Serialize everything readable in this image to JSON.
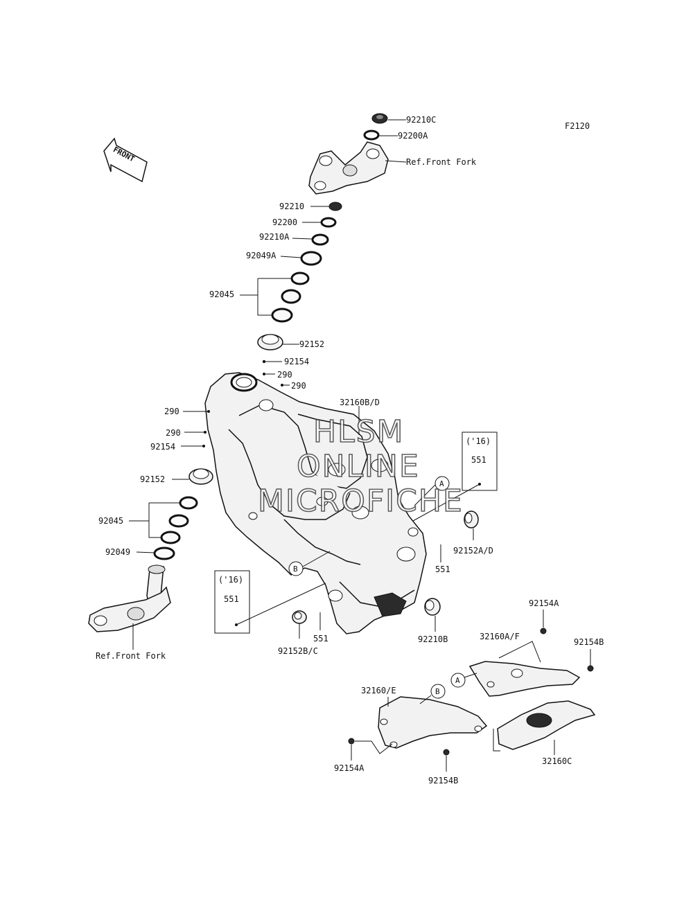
{
  "figure_code": "F2120",
  "front_arrow": "FRONT",
  "callouts": {
    "c_92210C": "92210C",
    "c_92200A": "92200A",
    "c_ref_front_fork_top": "Ref.Front Fork",
    "c_92210": "92210",
    "c_92200": "92200",
    "c_92210A": "92210A",
    "c_92049A": "92049A",
    "c_92045_top": "92045",
    "c_92152_top": "92152",
    "c_92154_top": "92154",
    "c_290_a": "290",
    "c_290_b": "290",
    "c_290_c": "290",
    "c_290_d": "290",
    "c_92154_left": "92154",
    "c_32160BD": "32160B/D",
    "c_92152_left": "92152",
    "c_92045_left": "92045",
    "c_92049": "92049",
    "c_ref_front_fork_bottom": "Ref.Front Fork",
    "c_551_right": "551",
    "c_551_mid": "551",
    "c_551_left": "551",
    "c_551_bottom": "551",
    "c_92152AD": "92152A/D",
    "c_92152BC": "92152B/C",
    "c_92210B": "92210B",
    "c_92154A_top": "92154A",
    "c_32160AF": "32160A/F",
    "c_92154B_right": "92154B",
    "c_32160E": "32160/E",
    "c_92154A_bottom": "92154A",
    "c_92154B_bottom": "92154B",
    "c_32160C": "32160C"
  },
  "notes": {
    "year_right": "('16)",
    "year_left": "('16)"
  },
  "circle_refs": {
    "a_frame": "A",
    "b_frame": "B",
    "a_cover": "A",
    "b_cover": "B"
  },
  "watermark": {
    "line1": "HLSM",
    "line2": "ONLINE",
    "line3": "MICROFICHE"
  }
}
